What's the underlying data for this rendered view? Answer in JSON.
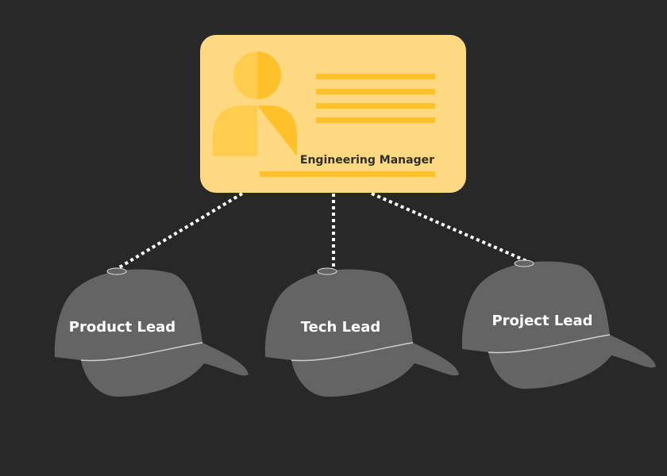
{
  "manager": {
    "title": "Engineering Manager"
  },
  "roles": [
    {
      "label": "Product Lead"
    },
    {
      "label": "Tech Lead"
    },
    {
      "label": "Project Lead"
    }
  ],
  "colors": {
    "background": "#282828",
    "card": "#ffd982",
    "card_accent": "#ffc12a",
    "card_avatar_light": "#ffcc4d",
    "hat": "#646464",
    "connector": "#ffffff"
  },
  "icons": {
    "avatar": "person-icon",
    "hats": "cap-icon"
  }
}
